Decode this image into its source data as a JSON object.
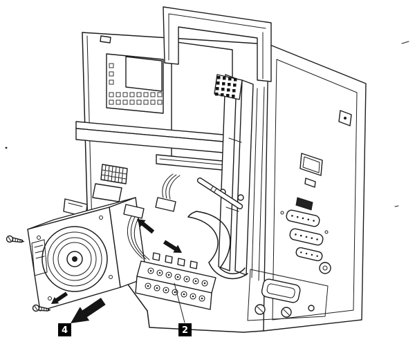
{
  "figure": {
    "kind": "hardware-service-exploded-view",
    "callouts": {
      "step4": {
        "label": "4"
      },
      "step2": {
        "label": "2"
      }
    }
  },
  "colors": {
    "background": "#ffffff",
    "line": "#1c1c1c",
    "callout_background": "#000000",
    "callout_text": "#ffffff"
  }
}
